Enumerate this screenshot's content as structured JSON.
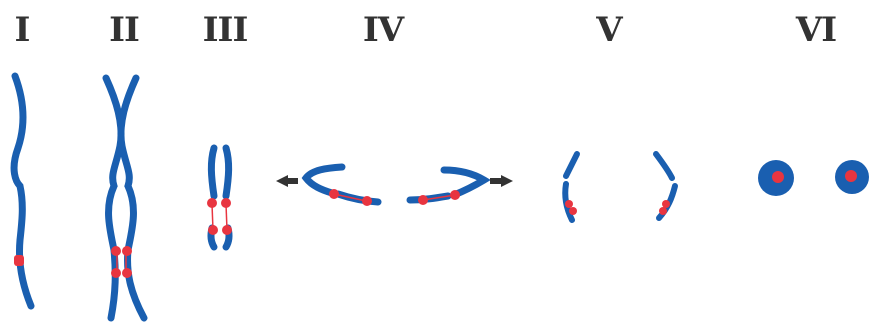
{
  "stages": [
    {
      "label": "I"
    },
    {
      "label": "II"
    },
    {
      "label": "III"
    },
    {
      "label": "IV"
    },
    {
      "label": "V"
    },
    {
      "label": "VI"
    }
  ],
  "colors": {
    "chromatid": "#1a5fb0",
    "centromere": "#e83540",
    "spindle_thread": "#e83540",
    "arrow": "#333333",
    "label": "#333333",
    "background": "#ffffff"
  },
  "icons": {
    "direction_arrow_left": "arrow-left-icon",
    "direction_arrow_right": "arrow-right-icon"
  }
}
